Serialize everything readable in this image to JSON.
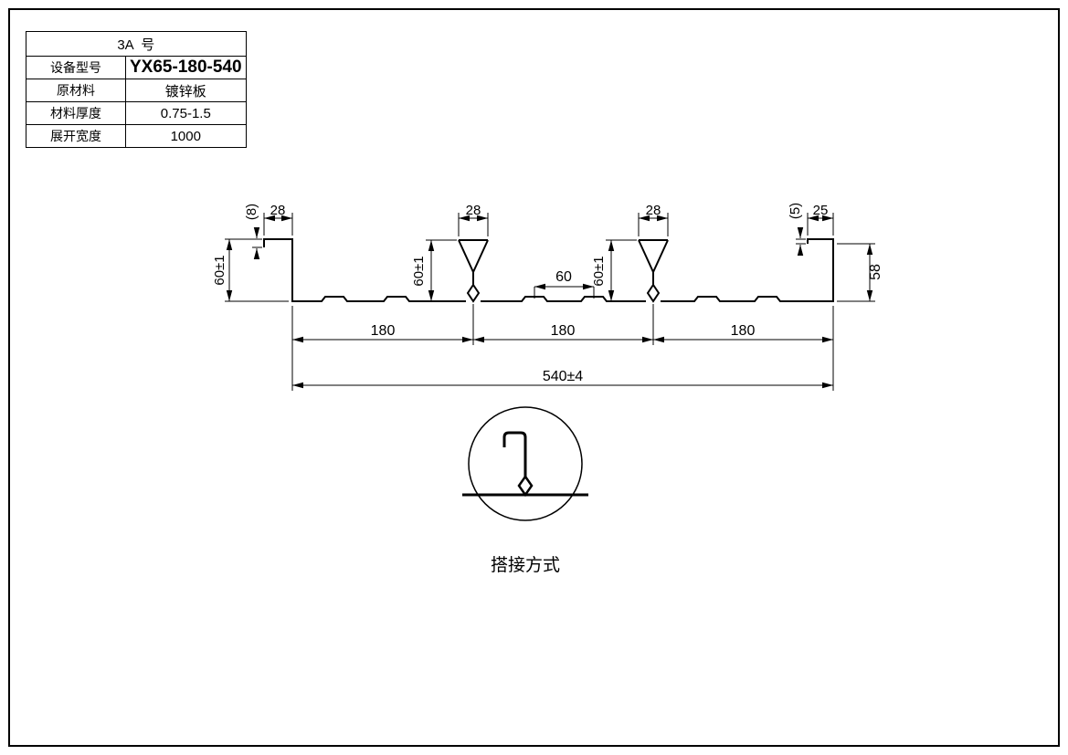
{
  "page": {
    "background": "#ffffff",
    "line_color": "#000000"
  },
  "title_block": {
    "header": "3A  号",
    "rows": [
      {
        "label": "设备型号",
        "value": "YX65-180-540"
      },
      {
        "label": "原材料",
        "value": "镀锌板"
      },
      {
        "label": "材料厚度",
        "value": "0.75-1.5"
      },
      {
        "label": "展开宽度",
        "value": "1000"
      }
    ]
  },
  "dimensions": {
    "left_lip_drop": "(8)",
    "left_hook_width": "28",
    "left_height": "60±1",
    "rib1_top_width": "28",
    "rib1_height": "60±1",
    "stiffener_spacing": "60",
    "rib2_top_width": "28",
    "rib2_height": "60±1",
    "right_lip_drop": "(5)",
    "right_hook_width": "25",
    "right_height": "58",
    "pitch_1": "180",
    "pitch_2": "180",
    "pitch_3": "180",
    "overall_width": "540±4"
  },
  "detail": {
    "caption": "搭接方式"
  }
}
